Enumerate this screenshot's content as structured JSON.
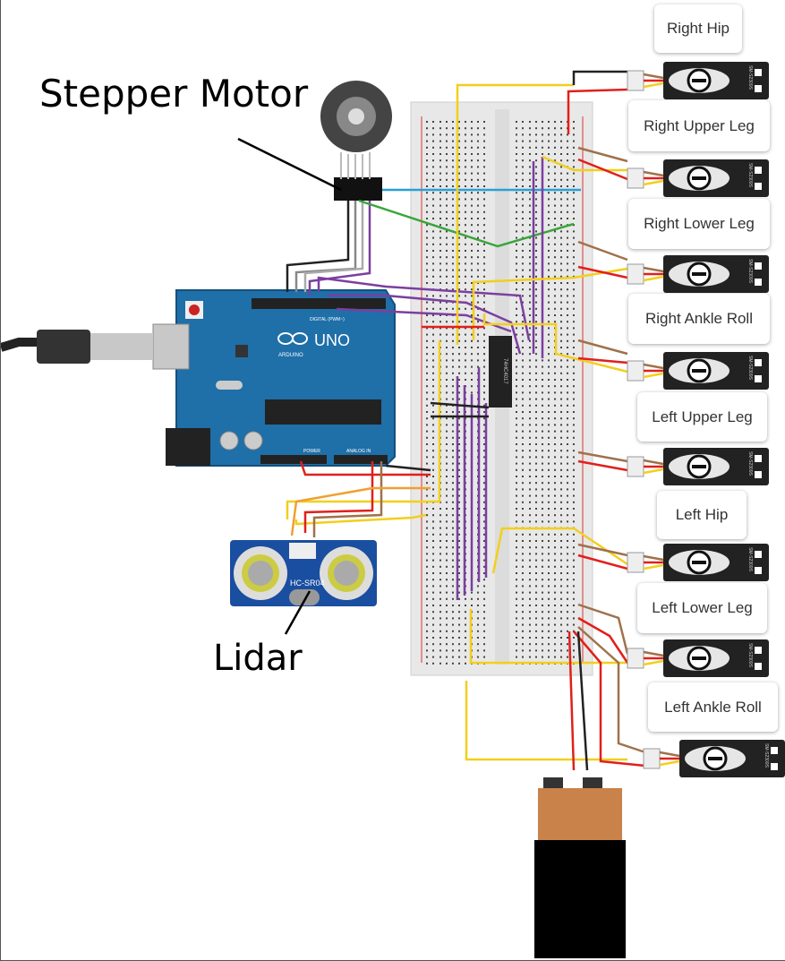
{
  "labels": {
    "stepper_motor": "Stepper Motor",
    "lidar": "Lidar"
  },
  "servos": [
    {
      "label": "Right Hip"
    },
    {
      "label": "Right Upper Leg"
    },
    {
      "label": "Right Lower Leg"
    },
    {
      "label": "Right Ankle Roll"
    },
    {
      "label": "Left Upper Leg"
    },
    {
      "label": "Left Hip"
    },
    {
      "label": "Left Lower Leg"
    },
    {
      "label": "Left Ankle Roll"
    }
  ],
  "servo_model": "SM-S2309S",
  "arduino": {
    "brand": "ARDUINO",
    "model": "UNO",
    "header_digital": "DIGITAL (PWM~)",
    "header_power": "POWER",
    "header_analog": "ANALOG IN"
  },
  "ic": {
    "part": "74HC4017"
  },
  "ultrasonic": {
    "part": "HC-SR04"
  },
  "colors": {
    "arduino_blue": "#1f6fa8",
    "wire_yellow": "#f2cf1d",
    "wire_purple": "#7b3fa0",
    "wire_red": "#e0201b",
    "wire_brown": "#a0714a",
    "wire_black": "#222222",
    "wire_orange": "#f0a030",
    "wire_green": "#3aa53a",
    "wire_blue": "#2a9fd6",
    "battery_copper": "#c8824a"
  }
}
